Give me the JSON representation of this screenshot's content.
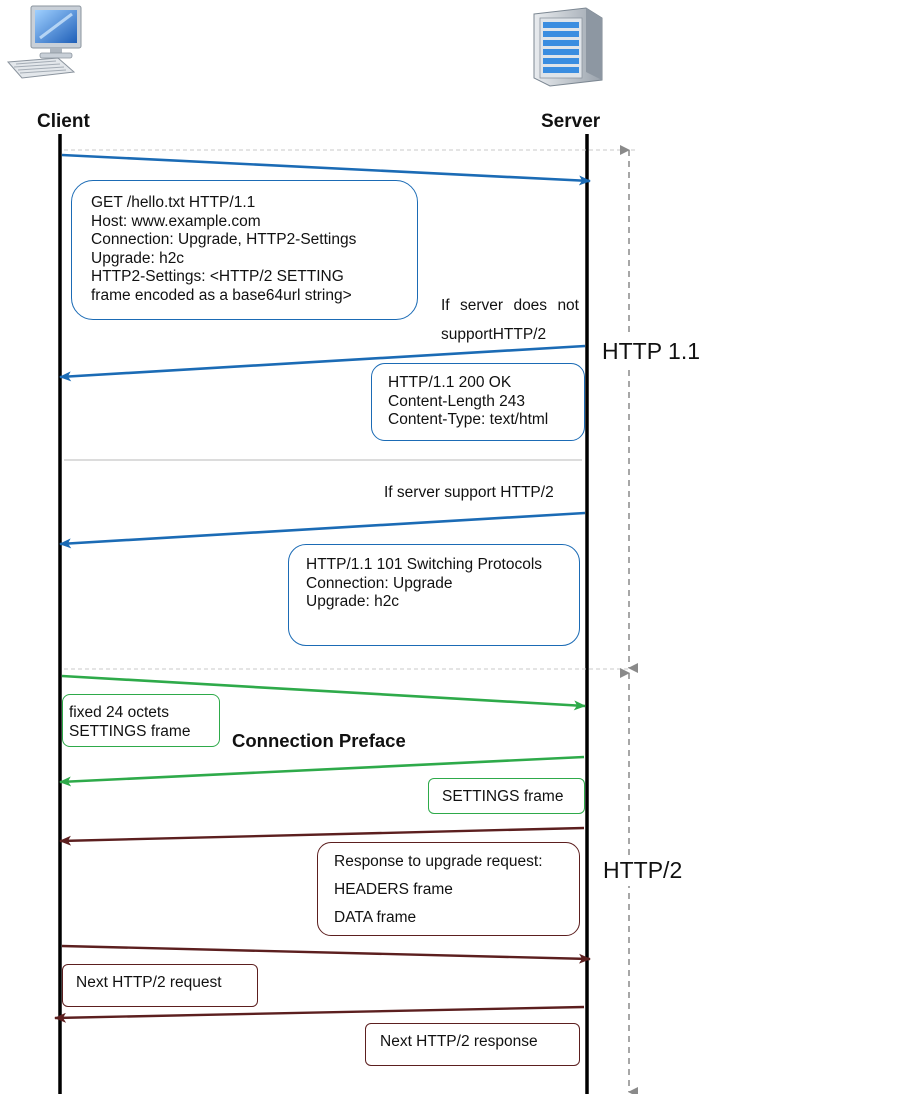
{
  "actors": {
    "client_label": "Client",
    "server_label": "Server"
  },
  "colors": {
    "http1_arrow": "#1b6bb5",
    "preface_arrow": "#2eaa4a",
    "http2_arrow": "#5c1f1f",
    "lifeline": "#000000",
    "separator": "#c8c8c8",
    "phase_line": "#8a8a8a"
  },
  "icons": {
    "client": "desktop-computer-icon",
    "server": "server-tower-icon"
  },
  "phases": {
    "http1": "HTTP 1.1",
    "http2": "HTTP/2"
  },
  "messages": {
    "upgrade_request": {
      "lines": [
        "GET /hello.txt HTTP/1.1",
        "Host: www.example.com",
        "Connection: Upgrade,  HTTP2-Settings",
        "Upgrade: h2c",
        "HTTP2-Settings: <HTTP/2 SETTING",
        "frame encoded as a base64url string>"
      ]
    },
    "no_support_note": [
      "If server does not",
      "supportHTTP/2"
    ],
    "ok_response": {
      "lines": [
        "HTTP/1.1 200 OK",
        "Content-Length 243",
        "Content-Type: text/html"
      ]
    },
    "support_note": "If server support HTTP/2",
    "switching_response": {
      "lines": [
        "HTTP/1.1 101 Switching Protocols",
        "Connection: Upgrade",
        "Upgrade: h2c"
      ]
    },
    "client_preface": {
      "lines": [
        "fixed 24 octets",
        "SETTINGS frame"
      ]
    },
    "preface_title": "Connection Preface",
    "server_settings": "SETTINGS frame",
    "upgrade_response": {
      "lines": [
        "Response to upgrade request:",
        "HEADERS frame",
        "DATA frame"
      ]
    },
    "next_request": "Next HTTP/2 request",
    "next_response": "Next HTTP/2 response"
  }
}
